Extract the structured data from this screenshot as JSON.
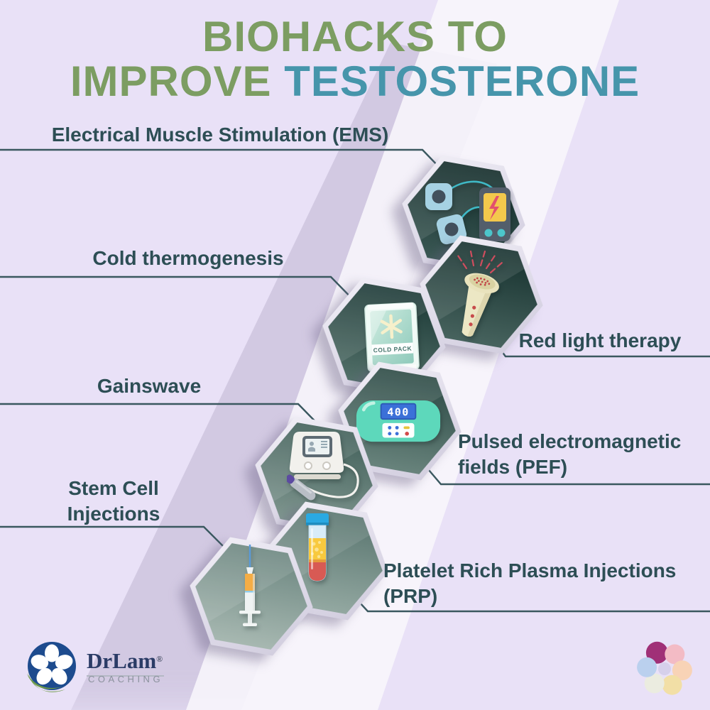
{
  "title": {
    "line1": "BIOHACKS TO",
    "line2_green": "IMPROVE ",
    "line2_teal": "TESTOSTERONE"
  },
  "items": [
    {
      "id": "ems",
      "side": "left",
      "icon": "ems-device-icon",
      "lines": [
        "Electrical Muscle Stimulation (EMS)"
      ]
    },
    {
      "id": "cold",
      "side": "left",
      "icon": "cold-pack-icon",
      "lines": [
        "Cold thermogenesis"
      ]
    },
    {
      "id": "red-light",
      "side": "right",
      "icon": "red-light-device-icon",
      "lines": [
        "Red light therapy"
      ]
    },
    {
      "id": "gainswave",
      "side": "left",
      "icon": "gainswave-machine-icon",
      "lines": [
        "Gainswave"
      ]
    },
    {
      "id": "pef",
      "side": "right",
      "icon": "pef-device-icon",
      "lines": [
        "Pulsed electromagnetic",
        "fields (PEF)"
      ]
    },
    {
      "id": "stem-cell",
      "side": "left",
      "icon": "syringe-icon",
      "lines": [
        "Stem Cell",
        "Injections"
      ]
    },
    {
      "id": "prp",
      "side": "right",
      "icon": "test-tube-icon",
      "lines": [
        "Platelet Rich Plasma Injections",
        "(PRP)"
      ]
    }
  ],
  "icon_texts": {
    "cold_pack": "COLD PACK",
    "pef_display": "400"
  },
  "branding": {
    "name": "DrLam",
    "registered": "®",
    "subtitle": "COACHING"
  },
  "colors": {
    "background": "#e9e1f7",
    "title_green": "#7c9d62",
    "title_teal": "#4695ab",
    "label_text": "#2d4e55",
    "connector_line": "#3a585f",
    "hex_dark": "#122b29",
    "hex_light": "#a7b8b1"
  }
}
